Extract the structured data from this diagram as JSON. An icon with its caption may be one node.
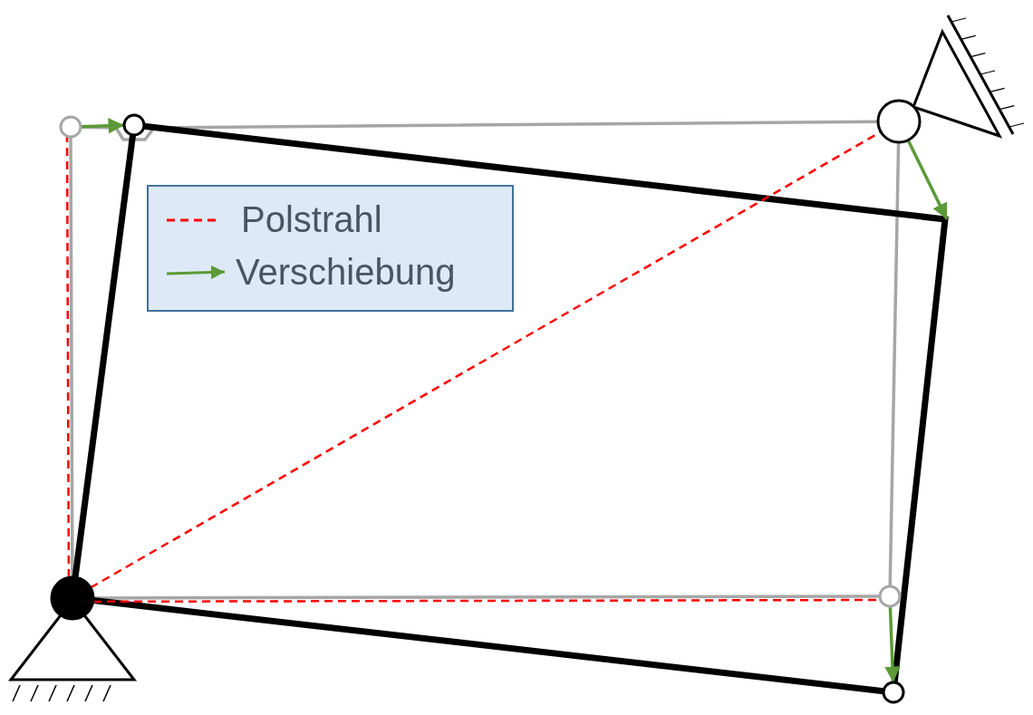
{
  "diagram": {
    "nodes": [
      {
        "text": [],
        "shape": "circle"
      },
      {
        "text": [],
        "shape": "circle"
      },
      {
        "text": [],
        "shape": "circle"
      },
      {
        "text": [],
        "shape": "circle"
      },
      {
        "text": [],
        "shape": "circle"
      },
      {
        "text": [],
        "shape": "circle"
      }
    ],
    "edges": [
      {
        "from": 0,
        "to": 1,
        "arrow": "to",
        "color": "#5b9a36"
      },
      {
        "from": 2,
        "to": null,
        "arrow": "to",
        "color": "#5b9a36"
      },
      {
        "from": 4,
        "to": 5,
        "arrow": "to",
        "color": "#5b9a36"
      },
      {
        "from": 0,
        "to": 2,
        "arrow": "none",
        "color": "#a6a6a6"
      },
      {
        "from": 2,
        "to": 4,
        "arrow": "none",
        "color": "#a6a6a6"
      },
      {
        "from": 4,
        "to": 3,
        "arrow": "none",
        "color": "#a6a6a6"
      },
      {
        "from": 3,
        "to": 0,
        "arrow": "none",
        "color": "#a6a6a6"
      },
      {
        "from": 3,
        "to": 1,
        "arrow": "none",
        "style": "thick",
        "color": "#000000"
      },
      {
        "from": 1,
        "to": 5,
        "arrow": "none",
        "style": "thick",
        "color": "#000000"
      },
      {
        "from": 5,
        "to": 3,
        "arrow": "none",
        "style": "thick",
        "color": "#000000"
      },
      {
        "from": 3,
        "to": 0,
        "arrow": "none",
        "style": "dashed",
        "color": "#ff0000"
      },
      {
        "from": 3,
        "to": 2,
        "arrow": "none",
        "style": "dashed",
        "color": "#ff0000"
      },
      {
        "from": 3,
        "to": 4,
        "arrow": "none",
        "style": "dashed",
        "color": "#ff0000"
      }
    ],
    "legend": [
      {
        "text": "Polstrahl"
      },
      {
        "text": "Verschiebung"
      }
    ]
  }
}
